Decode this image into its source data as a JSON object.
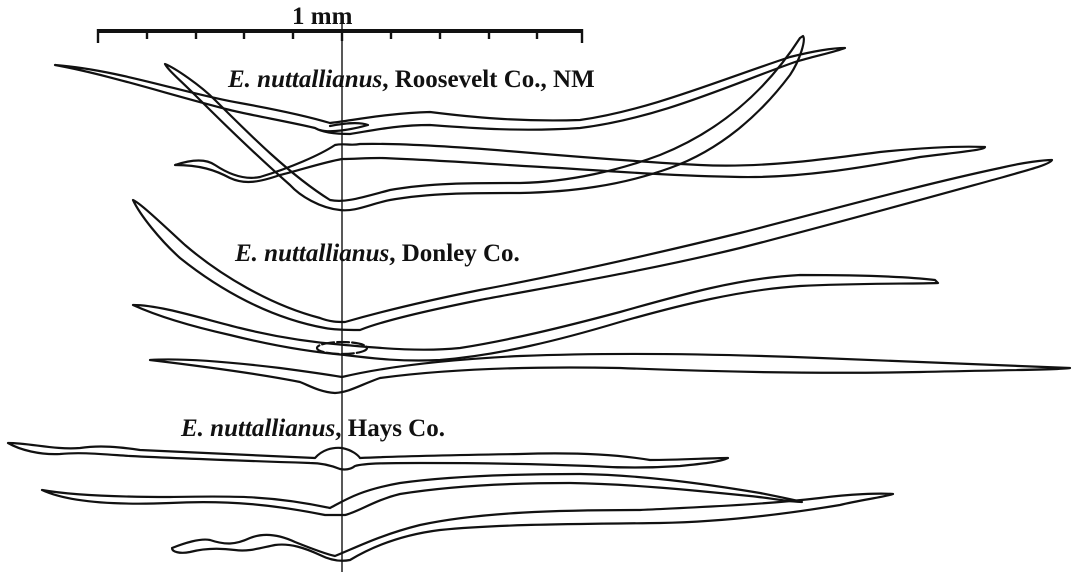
{
  "figure": {
    "scale_bar": {
      "label": "1 mm",
      "major_ticks": 11
    },
    "specimens": [
      {
        "taxon": "E. nuttallianus",
        "separator": ",",
        "locality": " Roosevelt Co., NM"
      },
      {
        "taxon": "E. nuttallianus",
        "separator": ",",
        "locality": " Donley Co."
      },
      {
        "taxon": "E. nuttallianus",
        "separator": ",",
        "locality": " Hays Co."
      }
    ],
    "colors": {
      "line": "#111111",
      "background": "#ffffff"
    }
  }
}
